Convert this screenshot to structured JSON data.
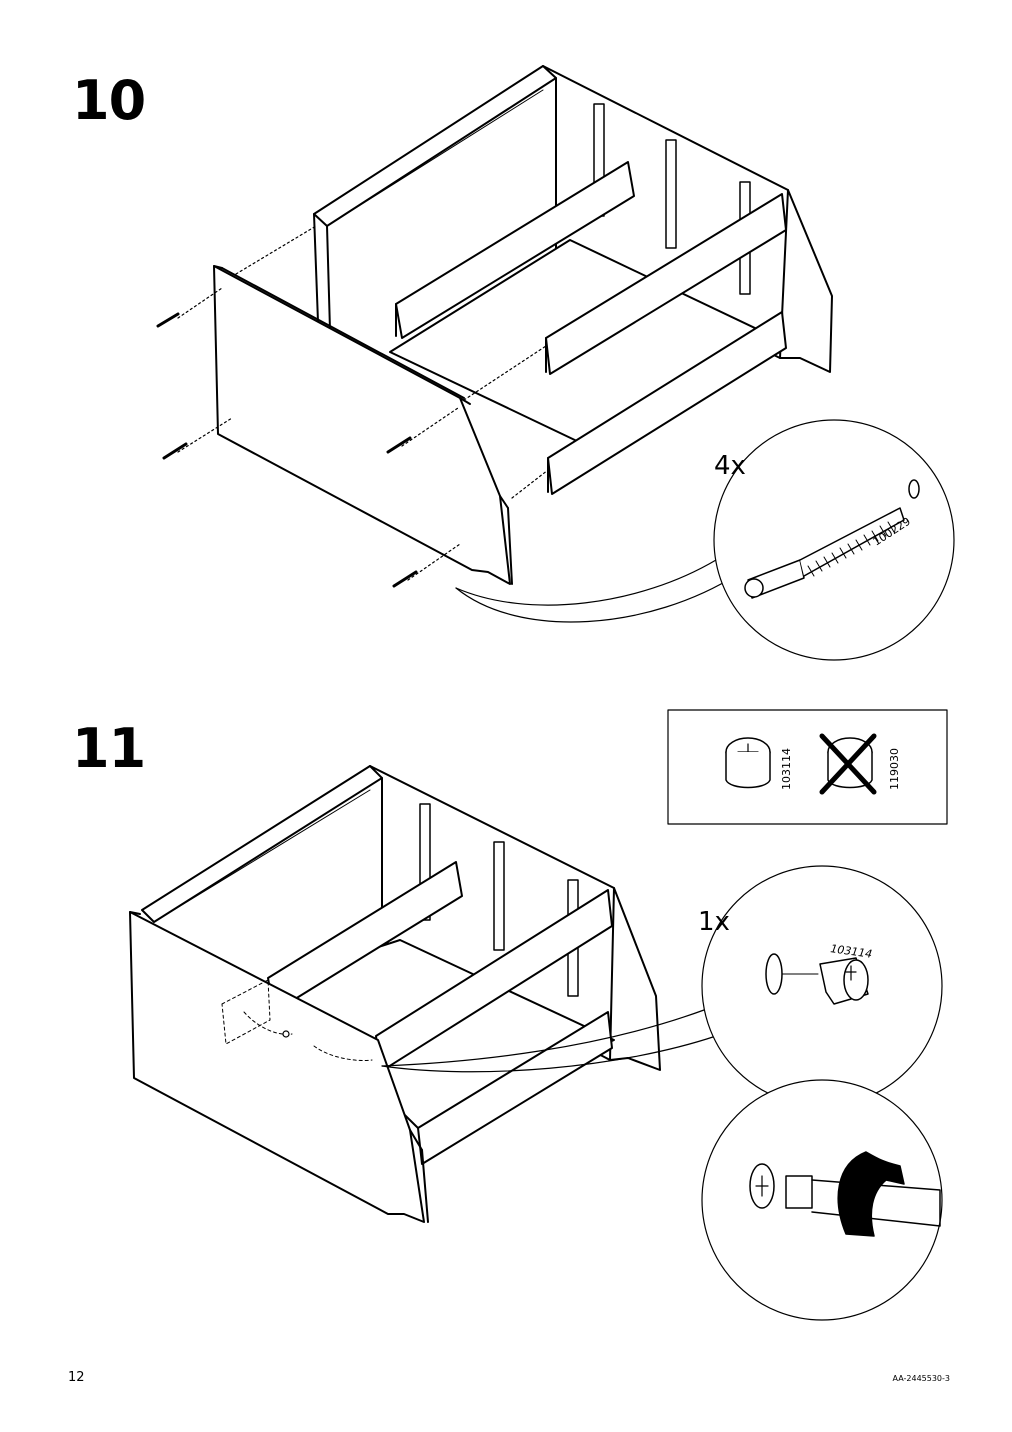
{
  "page": {
    "number": "12",
    "document_code": "AA-2445530-3"
  },
  "step10": {
    "number": "10",
    "quantity": "4x",
    "part_number": "100229"
  },
  "step11": {
    "number": "11",
    "quantity": "1x",
    "part_number": "103114",
    "fitting_ok_part": "103114",
    "fitting_wrong_part": "119030"
  }
}
